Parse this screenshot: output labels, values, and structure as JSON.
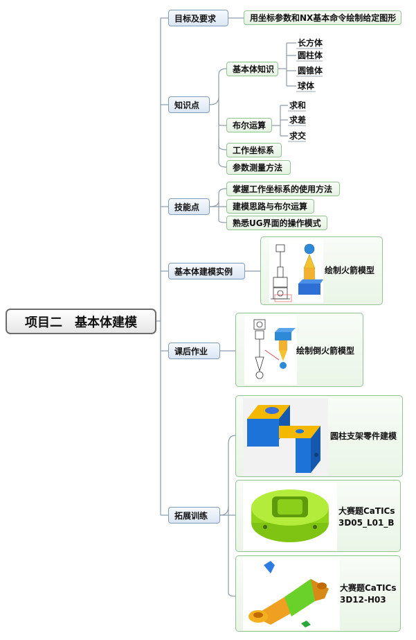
{
  "root": {
    "title": "项目二　基本体建模"
  },
  "branches": {
    "goal": {
      "label": "目标及要求",
      "child": "用坐标参数和NX基本命令绘制给定图形"
    },
    "knowledge": {
      "label": "知识点",
      "solids": {
        "label": "基本体知识",
        "items": [
          "长方体",
          "圆柱体",
          "圆锥体",
          "球体"
        ]
      },
      "boolean": {
        "label": "布尔运算",
        "items": [
          "求和",
          "求差",
          "求交"
        ]
      },
      "wcs": "工作坐标系",
      "measure": "参数测量方法"
    },
    "skills": {
      "label": "技能点",
      "items": [
        "掌握工作坐标系的使用方法",
        "建模思路与布尔运算",
        "熟悉UG界面的操作模式"
      ]
    },
    "example": {
      "label": "基本体建模实例",
      "caption": "绘制火箭模型"
    },
    "homework": {
      "label": "课后作业",
      "caption": "绘制倒火箭模型"
    },
    "extension": {
      "label": "拓展训练",
      "cards": [
        {
          "caption": "圆柱支架零件建模"
        },
        {
          "caption": "大赛题CaTICs\n3D05_L01_B"
        },
        {
          "caption": "大赛题CaTICs\n3D12-H03"
        }
      ]
    }
  },
  "colors": {
    "connector": "#8a9aa8",
    "l1_border": "#7f9cbe",
    "l2_border": "#93c293"
  }
}
